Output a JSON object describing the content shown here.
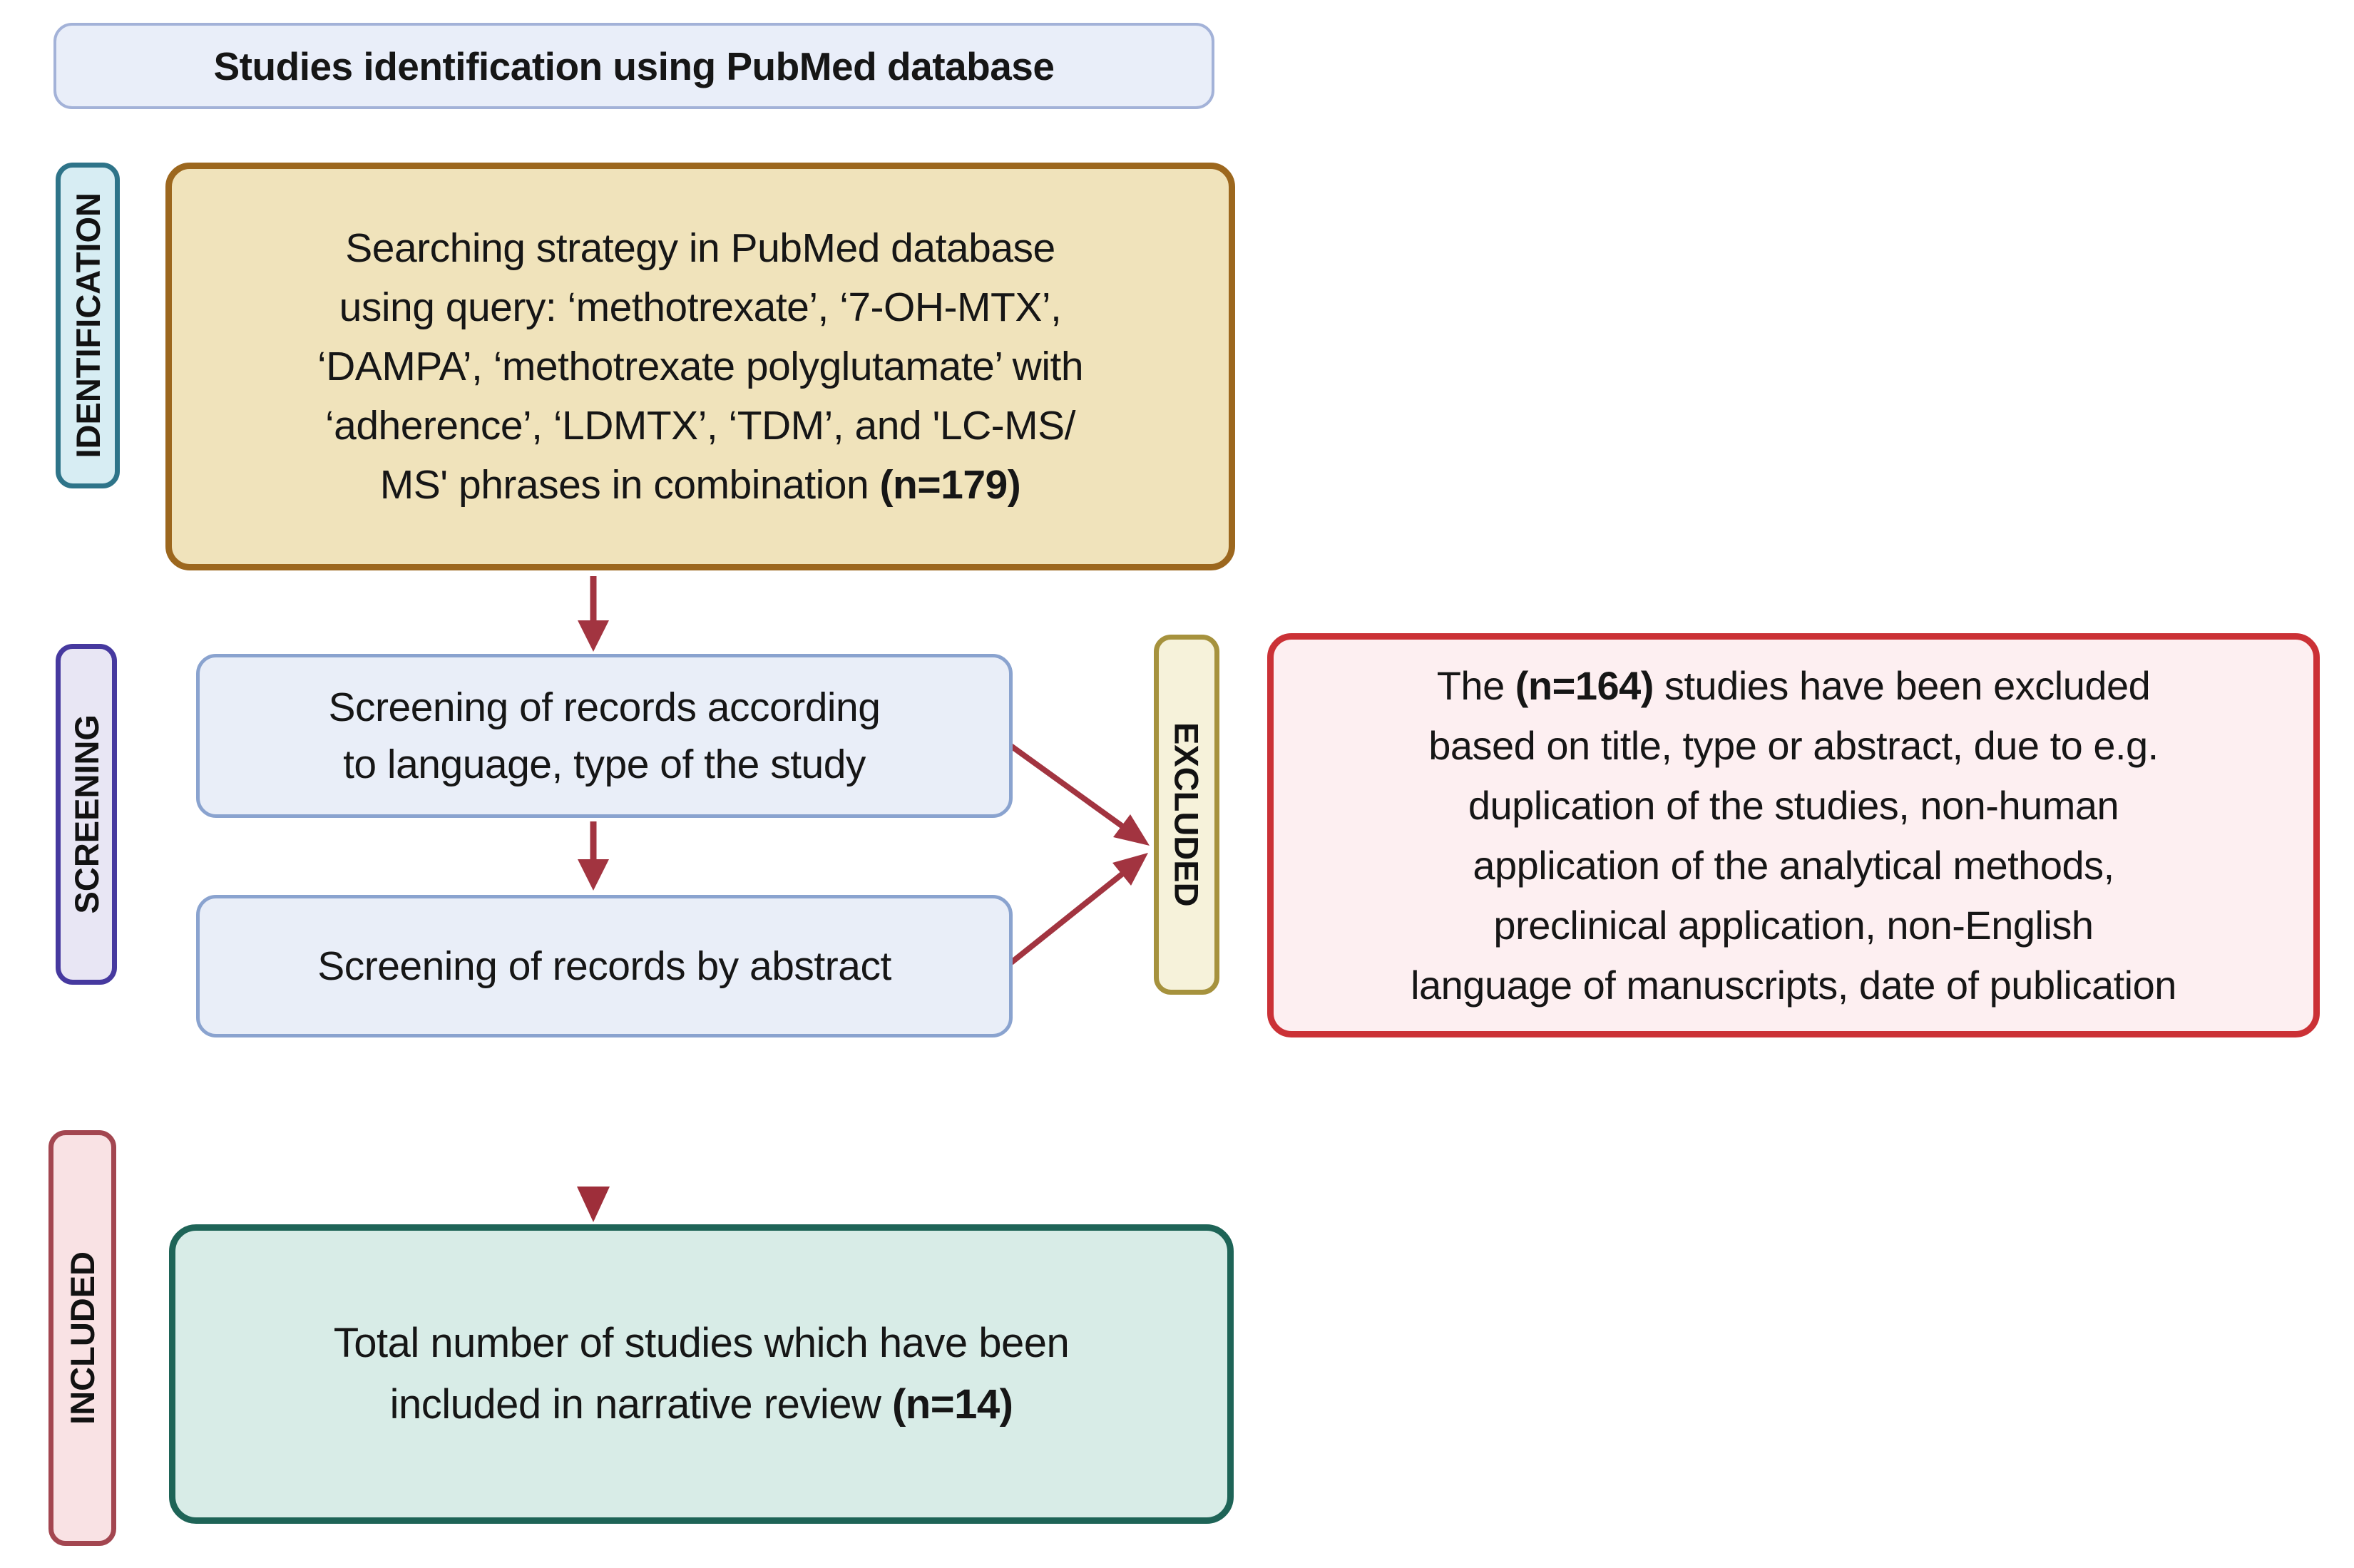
{
  "title": {
    "text": "Studies identification using PubMed database"
  },
  "stage_labels": {
    "identification": "IDENTIFICATION",
    "screening": "SCREENING",
    "excluded": "EXCLUDED",
    "included": "INCLUDED"
  },
  "boxes": {
    "search_strategy": {
      "line1": "Searching strategy in PubMed database",
      "line2": "using query: ‘methotrexate’, ‘7-OH-MTX’,",
      "line3": "‘DAMPA’, ‘methotrexate polyglutamate’ with",
      "line4": "‘adherence’, ‘LDMTX’, ‘TDM’, and 'LC-MS/",
      "line5_prefix": "MS' phrases in combination ",
      "line5_count": "(n=179)"
    },
    "screening_language": {
      "line1": "Screening of records according",
      "line2": "to language, type of the study"
    },
    "screening_abstract": {
      "line1": "Screening of records by abstract"
    },
    "excluded_reasons": {
      "line1_prefix": "The ",
      "line1_count": "(n=164)",
      "line1_suffix": " studies have been excluded",
      "line2": "based on title, type or abstract, due to e.g.",
      "line3": "duplication of the studies, non-human",
      "line4": "application of the analytical methods,",
      "line5": "preclinical application, non-English",
      "line6": "language of manuscripts, date of publication"
    },
    "included_total": {
      "line1": "Total number of studies which have been",
      "line2_prefix": "included in narrative review ",
      "line2_count": "(n=14)"
    }
  },
  "counts": {
    "identified": 179,
    "excluded": 164,
    "included": 14
  },
  "colors": {
    "arrow": "#a23440",
    "title_fill": "#e9eef9",
    "title_border": "#a3b2d8",
    "identification_fill": "#d7edf3",
    "identification_border": "#2e7489",
    "screening_label_fill": "#e8e6f4",
    "screening_label_border": "#46399f",
    "excluded_label_fill": "#f6f2da",
    "excluded_label_border": "#a6923d",
    "included_label_fill": "#f9e2e4",
    "included_label_border": "#a34650",
    "search_box_fill": "#f0e3bb",
    "search_box_border": "#9c671e",
    "screening_box_fill": "#e9eef8",
    "screening_box_border": "#8aa3cf",
    "excluded_box_fill": "#fdeff1",
    "excluded_box_border": "#cb3136",
    "included_box_fill": "#d8ece7",
    "included_box_border": "#1e6457",
    "text": "#161616"
  }
}
